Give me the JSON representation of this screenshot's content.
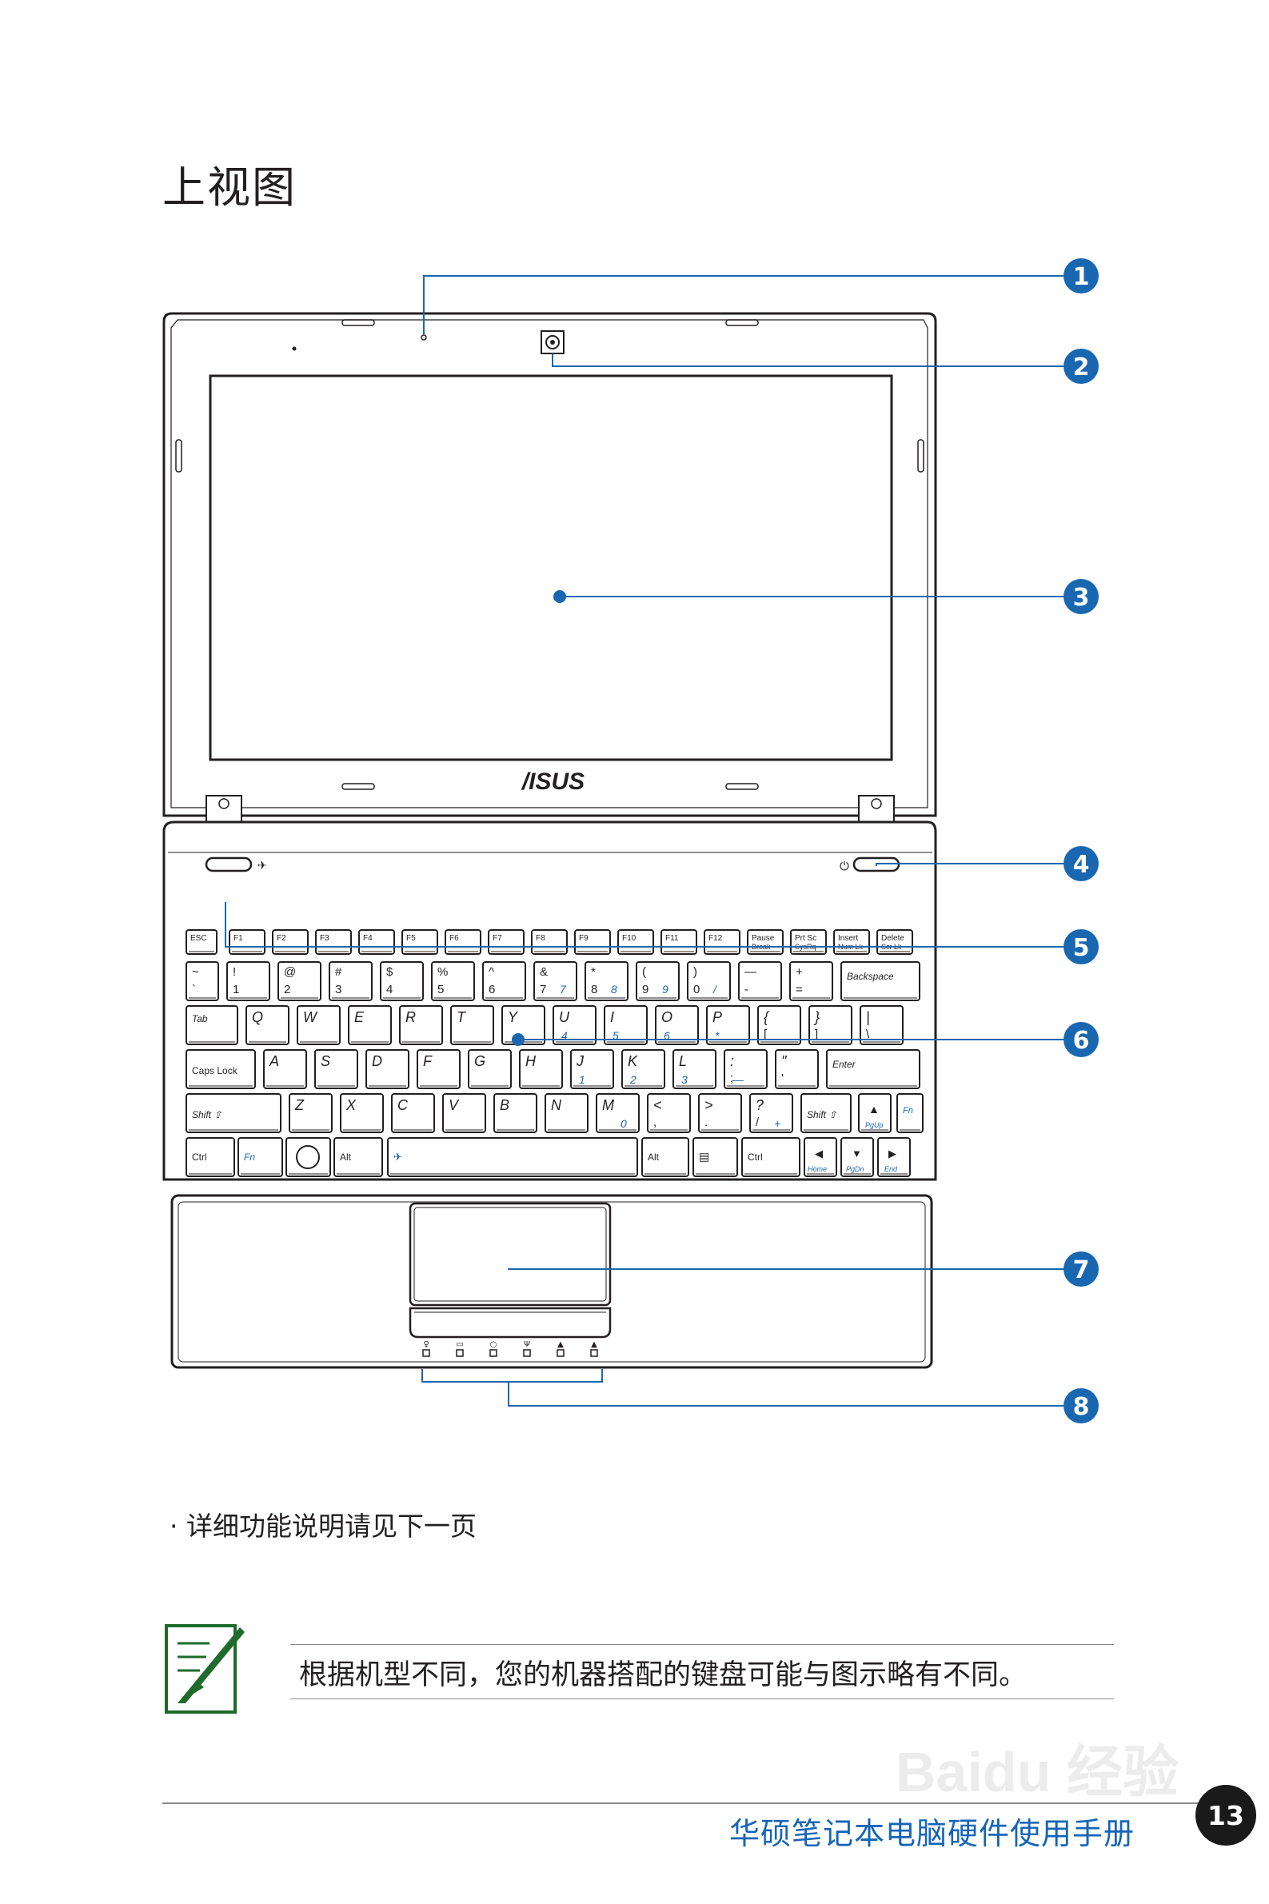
{
  "title": "上视图",
  "callouts": [
    "1",
    "2",
    "3",
    "4",
    "5",
    "6",
    "7",
    "8"
  ],
  "logo_text": "/ISUS",
  "keyboard": {
    "row_fn": [
      {
        "main": "ESC",
        "sub": ""
      },
      {
        "main": "F1",
        "sub": ""
      },
      {
        "main": "F2",
        "sub": ""
      },
      {
        "main": "F3",
        "sub": ""
      },
      {
        "main": "F4",
        "sub": ""
      },
      {
        "main": "F5",
        "sub": ""
      },
      {
        "main": "F6",
        "sub": ""
      },
      {
        "main": "F7",
        "sub": ""
      },
      {
        "main": "F8",
        "sub": ""
      },
      {
        "main": "F9",
        "sub": ""
      },
      {
        "main": "F10",
        "sub": ""
      },
      {
        "main": "F11",
        "sub": ""
      },
      {
        "main": "F12",
        "sub": ""
      },
      {
        "main": "Pause",
        "sub": "Break"
      },
      {
        "main": "Prt Sc",
        "sub": "SysRq"
      },
      {
        "main": "Insert",
        "sub": "Num Lk"
      },
      {
        "main": "Delete",
        "sub": "Scr Lk"
      }
    ],
    "row_num": [
      {
        "top": "~",
        "bot": "`",
        "fn": ""
      },
      {
        "top": "!",
        "bot": "1",
        "fn": ""
      },
      {
        "top": "@",
        "bot": "2",
        "fn": ""
      },
      {
        "top": "#",
        "bot": "3",
        "fn": ""
      },
      {
        "top": "$",
        "bot": "4",
        "fn": ""
      },
      {
        "top": "%",
        "bot": "5",
        "fn": ""
      },
      {
        "top": "^",
        "bot": "6",
        "fn": ""
      },
      {
        "top": "&",
        "bot": "7",
        "fn": "7"
      },
      {
        "top": "*",
        "bot": "8",
        "fn": "8"
      },
      {
        "top": "(",
        "bot": "9",
        "fn": "9"
      },
      {
        "top": ")",
        "bot": "0",
        "fn": "/"
      },
      {
        "top": "—",
        "bot": "-",
        "fn": ""
      },
      {
        "top": "+",
        "bot": "=",
        "fn": ""
      }
    ],
    "backspace": "Backspace",
    "tab": "Tab",
    "row_q": [
      {
        "top": "Q",
        "fn": ""
      },
      {
        "top": "W",
        "fn": ""
      },
      {
        "top": "E",
        "fn": ""
      },
      {
        "top": "R",
        "fn": ""
      },
      {
        "top": "T",
        "fn": ""
      },
      {
        "top": "Y",
        "fn": ""
      },
      {
        "top": "U",
        "fn": "4"
      },
      {
        "top": "I",
        "fn": "5"
      },
      {
        "top": "O",
        "fn": "6"
      },
      {
        "top": "P",
        "fn": "*"
      },
      {
        "top": "{",
        "bot": "["
      },
      {
        "top": "}",
        "bot": "]"
      },
      {
        "top": "|",
        "bot": "\\"
      }
    ],
    "capslock": "Caps Lock",
    "row_a": [
      {
        "top": "A",
        "fn": ""
      },
      {
        "top": "S",
        "fn": ""
      },
      {
        "top": "D",
        "fn": ""
      },
      {
        "top": "F",
        "fn": ""
      },
      {
        "top": "G",
        "fn": ""
      },
      {
        "top": "H",
        "fn": ""
      },
      {
        "top": "J",
        "fn": "1"
      },
      {
        "top": "K",
        "fn": "2"
      },
      {
        "top": "L",
        "fn": "3"
      },
      {
        "top": ":",
        "bot": ";",
        "fn": "—"
      },
      {
        "top": "\"",
        "bot": "'",
        "fn": ""
      }
    ],
    "enter": "Enter",
    "shift": "Shift",
    "row_z": [
      {
        "top": "Z",
        "fn": ""
      },
      {
        "top": "X",
        "fn": ""
      },
      {
        "top": "C",
        "fn": ""
      },
      {
        "top": "V",
        "fn": ""
      },
      {
        "top": "B",
        "fn": ""
      },
      {
        "top": "N",
        "fn": ""
      },
      {
        "top": "M",
        "fn": "0"
      },
      {
        "top": "<",
        "bot": ","
      },
      {
        "top": ">",
        "bot": "."
      },
      {
        "top": "?",
        "bot": "/",
        "fn": "+"
      }
    ],
    "pgup": "PgUp",
    "pgdn": "PgDn",
    "home": "Home",
    "end": "End",
    "fn": "Fn",
    "ctrl": "Ctrl",
    "alt": "Alt"
  },
  "bullet_text": "· 详细功能说明请见下一页",
  "note_text": "根据机型不同，您的机器搭配的键盘可能与图示略有不同。",
  "footer_text": "华硕笔记本电脑硬件使用手册",
  "page_number": "13",
  "watermark": "Baidu 经验",
  "colors": {
    "callout": "#1a67b1",
    "line": "#1a67b1",
    "note_icon": "#1e6b2c",
    "footer": "#1565b7"
  }
}
